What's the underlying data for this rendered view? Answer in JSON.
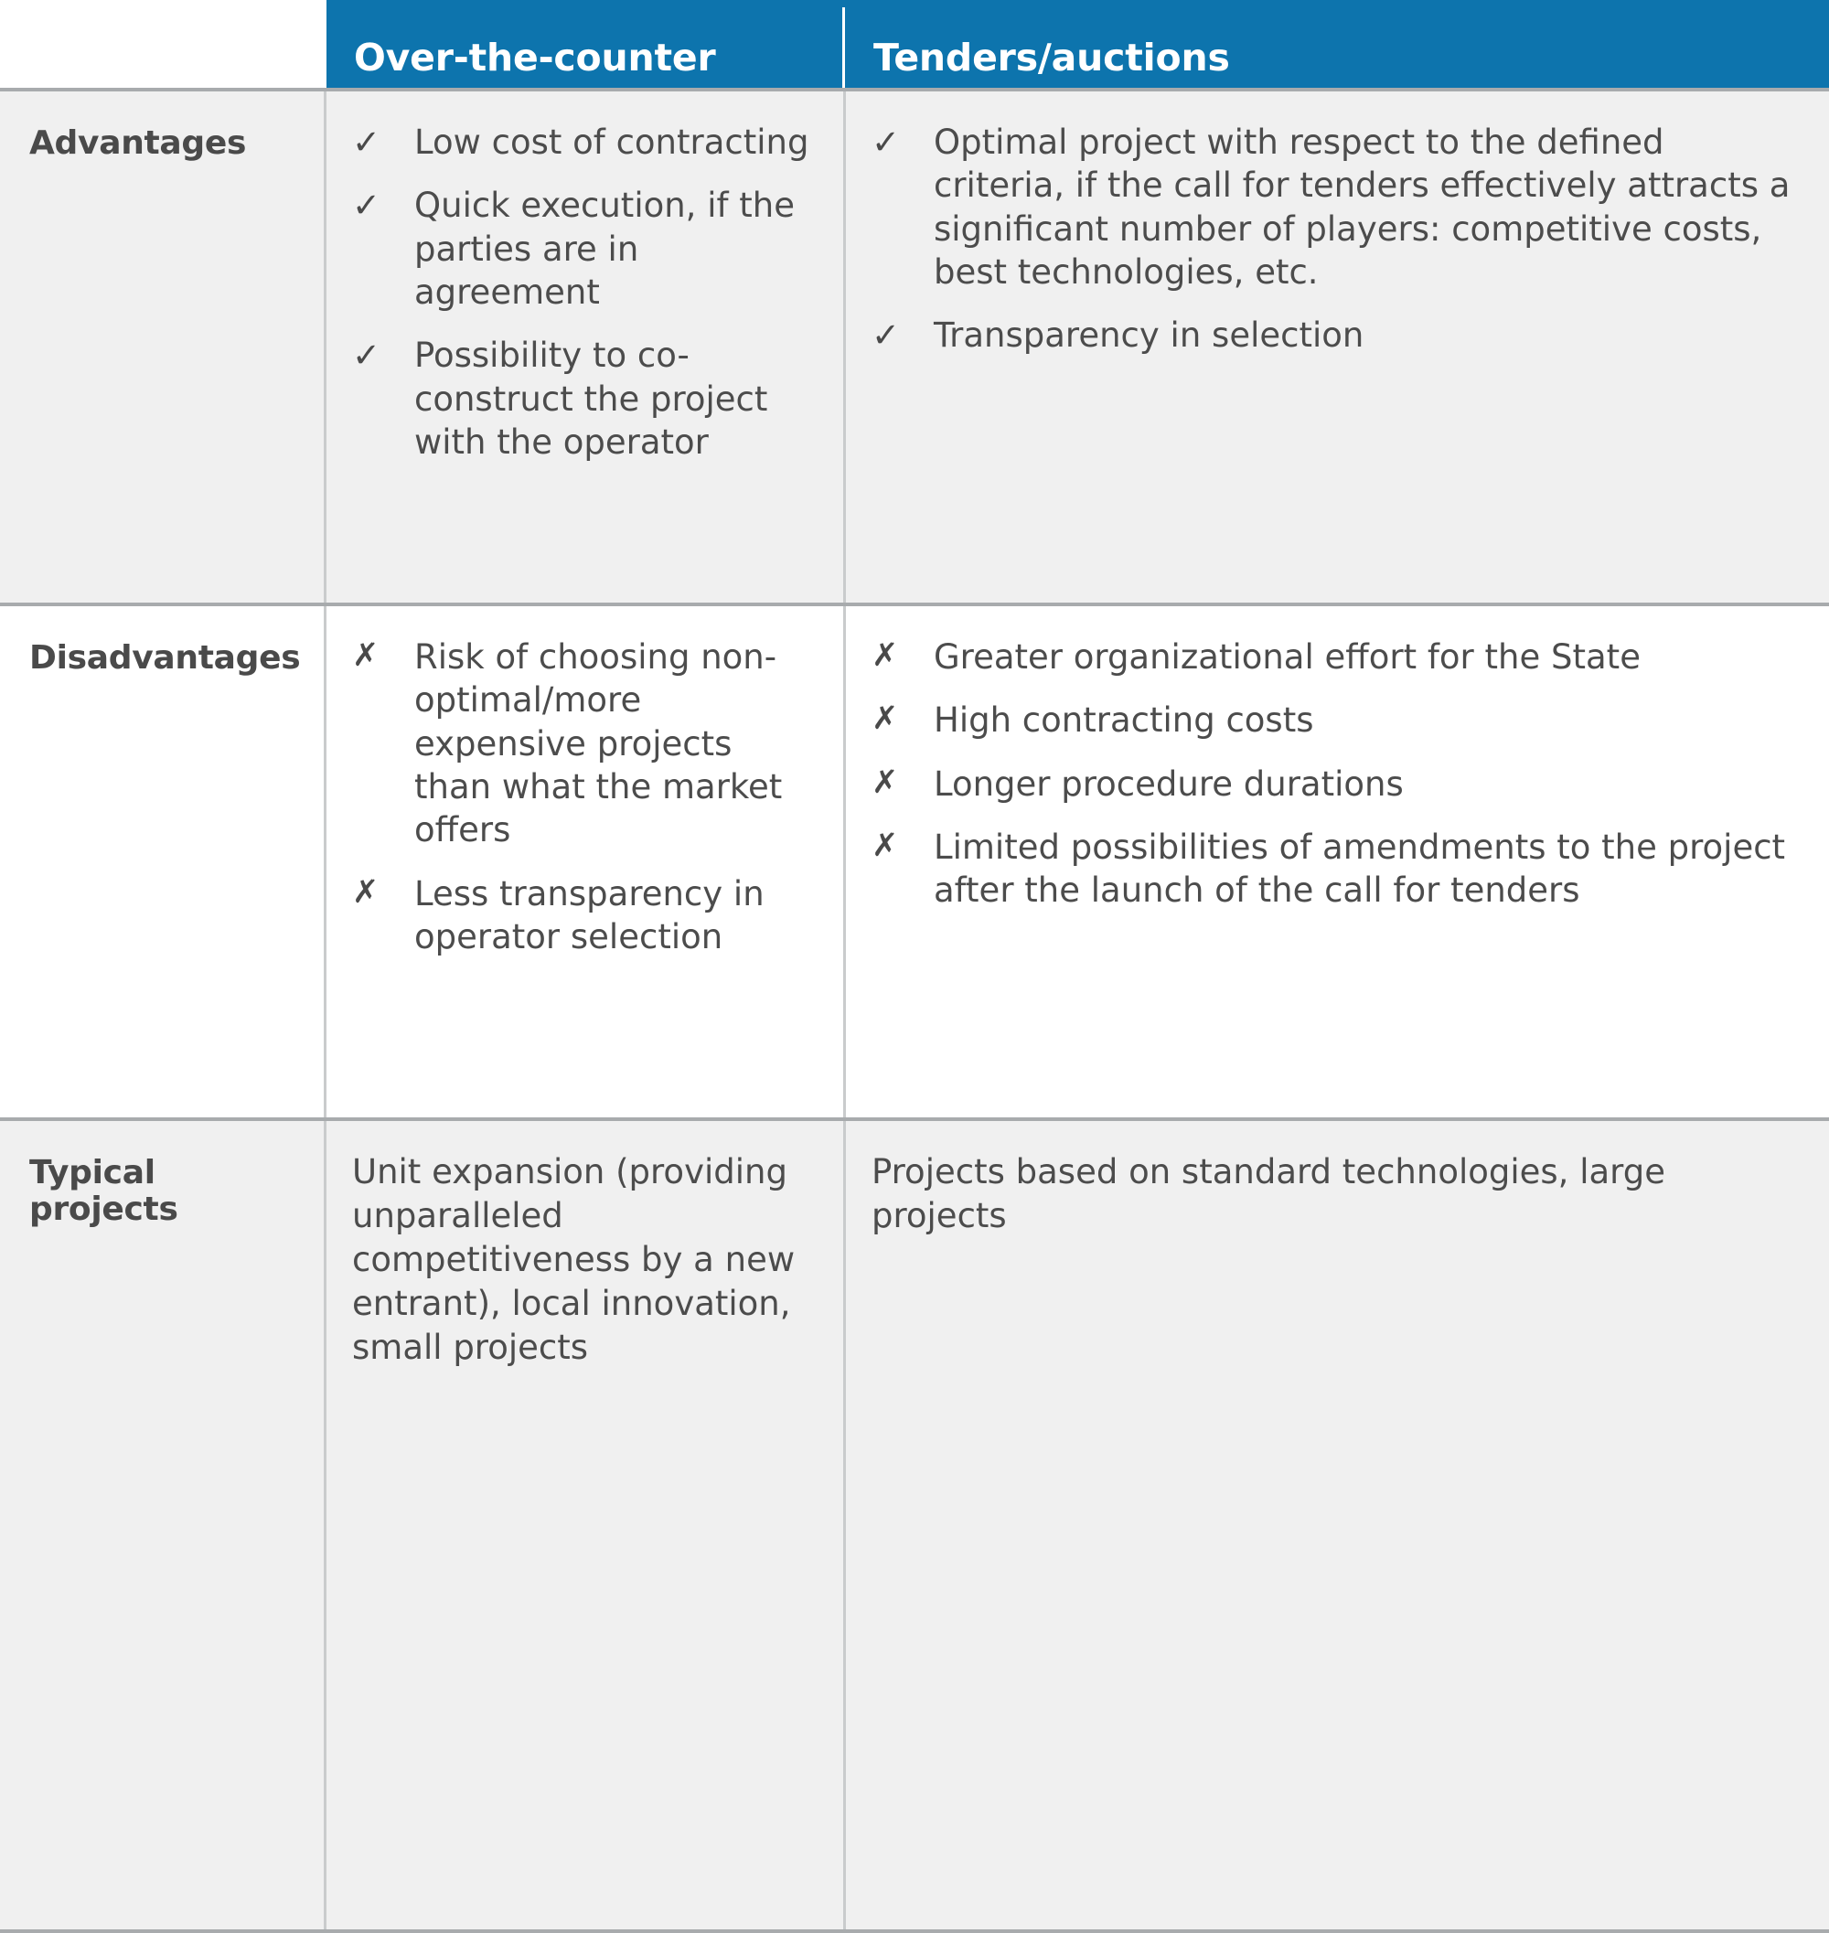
{
  "table": {
    "columns": [
      {
        "id": "row-label",
        "label": ""
      },
      {
        "id": "over-the-counter",
        "label": "Over-the-counter"
      },
      {
        "id": "tenders-auctions",
        "label": "Tenders/auctions"
      }
    ],
    "colors": {
      "header_background": "#0d74ad",
      "header_text": "#ffffff",
      "row_shaded_background": "#f0f0f0",
      "row_plain_background": "#ffffff",
      "rule": "#a8abad",
      "column_divider": "#c9cbcc",
      "body_text": "#4c4c4c"
    },
    "marks": {
      "check": "✓",
      "cross": "✗"
    },
    "rows": [
      {
        "id": "advantages",
        "label": "Advantages",
        "mark": "check",
        "over_the_counter": [
          "Low cost of contracting",
          "Quick execution, if the parties are in agreement",
          "Possibility to co-construct the project with the operator"
        ],
        "tenders_auctions": [
          "Optimal project with respect to the defined criteria, if the call for tenders effectively attracts a significant number of players: competitive costs, best technologies, etc.",
          "Transparency in selection"
        ]
      },
      {
        "id": "disadvantages",
        "label": "Disadvantages",
        "mark": "cross",
        "over_the_counter": [
          "Risk of choosing non-optimal/more expensive projects than what the market offers",
          "Less transparency in operator selection"
        ],
        "tenders_auctions": [
          "Greater organizational effort for the State",
          "High contracting costs",
          "Longer procedure durations",
          "Limited possibilities of amendments to the project after the launch of the call for tenders"
        ]
      },
      {
        "id": "typical-projects",
        "label": "Typical projects",
        "mark": "none",
        "over_the_counter_text": "Unit expansion (providing unparalleled competitiveness by a new entrant), local innovation, small projects",
        "tenders_auctions_text": "Projects based on standard technologies, large projects"
      }
    ]
  }
}
